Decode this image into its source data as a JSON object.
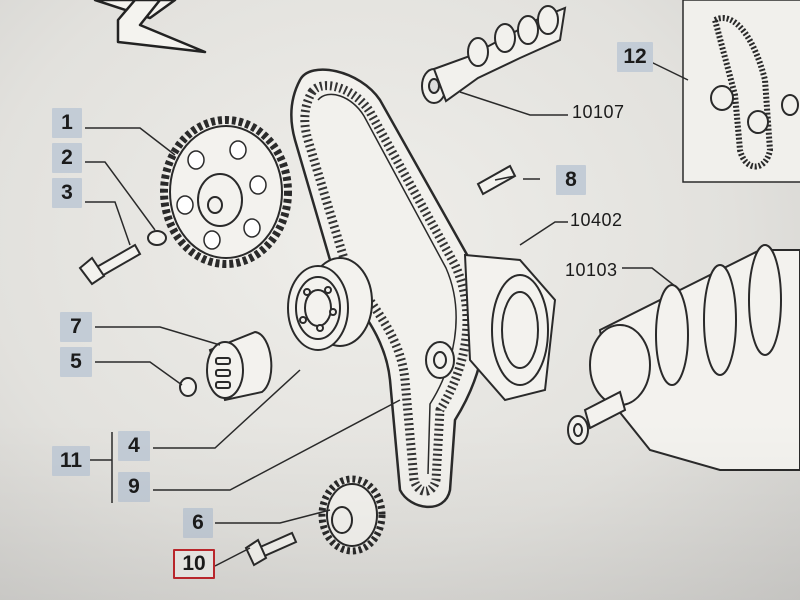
{
  "parts": {
    "p1": "1",
    "p2": "2",
    "p3": "3",
    "p4": "4",
    "p5": "5",
    "p6": "6",
    "p7": "7",
    "p8": "8",
    "p9": "9",
    "p10": "10",
    "p11": "11",
    "p12": "12"
  },
  "codes": {
    "camshaft": "10107",
    "pump": "10402",
    "crankshaft": "10103"
  },
  "colors": {
    "ink": "#2a2a2a",
    "label_bg": "#c3ccd6",
    "highlight_border": "#c0272d"
  },
  "icons": {
    "direction": "arrow-icon"
  }
}
